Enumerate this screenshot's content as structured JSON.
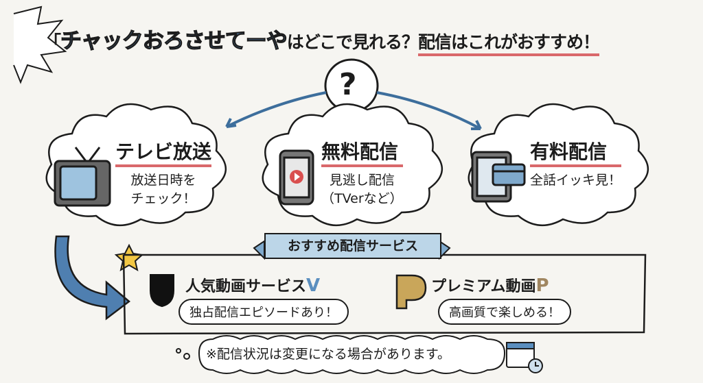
{
  "title": {
    "open_bracket": "「",
    "show_name": "チャックおろさせてーや",
    "question": "はどこで見れる？",
    "highlight": "配信はこれがおすすめ！"
  },
  "center_icon": {
    "label": "?",
    "icon": "question-mark-icon"
  },
  "options": [
    {
      "title": "テレビ放送",
      "sub": [
        "放送日時を",
        "チェック！"
      ],
      "icon": "tv-icon"
    },
    {
      "title": "無料配信",
      "sub": [
        "見逃し配信",
        "（TVerなど）"
      ],
      "icon": "smartphone-play-icon"
    },
    {
      "title": "有料配信",
      "sub": [
        "全話イッキ見！"
      ],
      "icon": "tablet-credit-card-icon"
    }
  ],
  "recommend": {
    "banner": "おすすめ配信サービス",
    "services": [
      {
        "name": "人気動画サービス",
        "logo_letter": "V",
        "bubble": "独占配信エピソードあり！",
        "icon": "shield-logo-icon",
        "color": "#5b8fbf"
      },
      {
        "name": "プレミアム動画",
        "logo_letter": "P",
        "bubble": "高画質で楽しめる！",
        "icon": "p-logo-icon",
        "color": "#b8964a"
      }
    ]
  },
  "note": "※配信状況は変更になる場合があります。",
  "colors": {
    "accent_blue": "#5b8fbf",
    "underline_red": "#d9686b",
    "banner_blue": "#bcd6e8",
    "background": "#f6f5f1"
  }
}
